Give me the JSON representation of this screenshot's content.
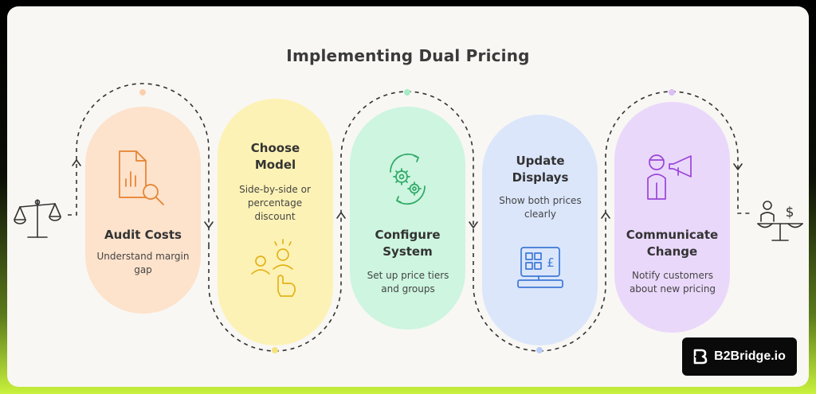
{
  "title": "Implementing Dual Pricing",
  "steps": [
    {
      "title": "Audit Costs",
      "desc": "Understand margin gap",
      "color": "#fde2cc",
      "icon": "document-magnifier-chart-icon"
    },
    {
      "title": "Choose Model",
      "desc": "Side-by-side or percentage discount",
      "color": "#fdf2b5",
      "icon": "people-pointing-hand-icon"
    },
    {
      "title": "Configure System",
      "desc": "Set up price tiers and groups",
      "color": "#cdf5df",
      "icon": "gears-cycle-icon"
    },
    {
      "title": "Update Displays",
      "desc": "Show both prices clearly",
      "color": "#dbe6fb",
      "icon": "pos-terminal-pound-icon"
    },
    {
      "title": "Communicate Change",
      "desc": "Notify customers about new pricing",
      "color": "#ead8fb",
      "icon": "person-megaphone-icon"
    }
  ],
  "start_icon": "balance-scale-icon",
  "end_icon": "person-dollar-scale-icon",
  "brand": {
    "name": "B2Bridge.io"
  }
}
